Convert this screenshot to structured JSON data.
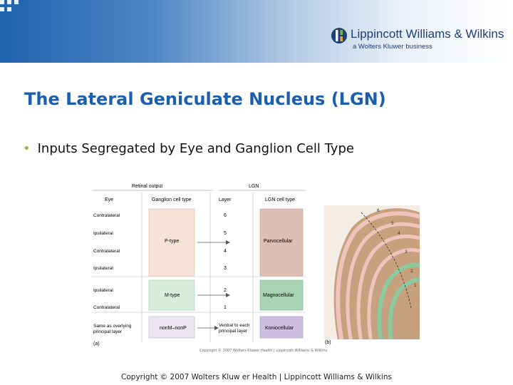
{
  "brand": {
    "name": "Lippincott Williams & Wilkins",
    "sub": "a Wolters Kluwer business"
  },
  "slide": {
    "title": "The Lateral Geniculate Nucleus (LGN)",
    "bullet": "Inputs Segregated by Eye and Ganglion Cell Type"
  },
  "figure": {
    "group_retinal": "Retinal output",
    "group_lgn": "LGN",
    "col_eye": "Eye",
    "col_ganglion": "Ganglion cell type",
    "col_layer": "Layer",
    "col_lgn_type": "LGN cell type",
    "eyes": [
      "Contralateral",
      "Ipsilateral",
      "Contralateral",
      "Ipsilateral",
      "Ipsilateral",
      "Contralateral"
    ],
    "layers": [
      "6",
      "5",
      "4",
      "3",
      "2",
      "1"
    ],
    "ptype": "P-type",
    "mtype": "M-type",
    "nontype": "nonM–nonP",
    "parvo": "Parvocellular",
    "magno": "Magnocellular",
    "konio": "Koniocellular",
    "same_as_1": "Same as overlying",
    "same_as_2": "principal layer",
    "ventral_1": "Ventral to each",
    "ventral_2": "principal layer",
    "panel_a": "(a)",
    "panel_b": "(b)",
    "colors": {
      "p_box": "#f6e2d6",
      "m_box": "#d9eddc",
      "non_box": "#ece6f3",
      "parvo_box": "#ddbfb3",
      "magno_box": "#a9d4b3",
      "konio_box": "#cdbfe0"
    }
  },
  "micro": {
    "labels": [
      "6",
      "5",
      "4",
      "3",
      "2",
      "1"
    ]
  },
  "copyright_small": "Copyright © 2007 Wolters Kluwer Health | Lippincott Williams & Wilkins",
  "footer": "Copyright © 2007 Wolters Kluw er Health | Lippincott Williams & Wilkins"
}
